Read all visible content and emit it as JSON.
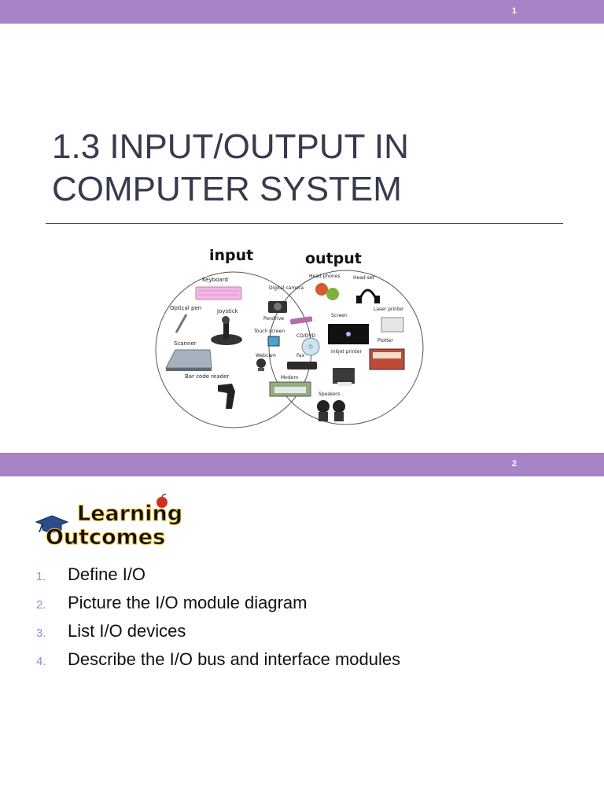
{
  "slide1": {
    "number": "1",
    "title_line1": "1.3 INPUT/OUTPUT IN",
    "title_line2": "COMPUTER SYSTEM",
    "diagram": {
      "input_heading": "input",
      "output_heading": "output",
      "input_items": [
        "Keyboard",
        "Optical pen",
        "Joystick",
        "Scanner",
        "Bar code reader"
      ],
      "shared_items": [
        "Digital camera",
        "Pendrive",
        "Touch screen",
        "CD/DVD",
        "Webcam",
        "Fax",
        "Modem"
      ],
      "output_items": [
        "Head phones",
        "Head set",
        "Laser printer",
        "Screen",
        "Plotter",
        "Inkjet printer",
        "Speakers"
      ]
    }
  },
  "slide2": {
    "number": "2",
    "logo_line1": "Learning",
    "logo_line2": "Outcomes",
    "items": [
      {
        "n": "1.",
        "text": "Define I/O"
      },
      {
        "n": "2.",
        "text": "Picture the I/O module diagram"
      },
      {
        "n": "3.",
        "text": "List I/O devices"
      },
      {
        "n": "4.",
        "text": "Describe the I/O bus and interface modules"
      }
    ]
  },
  "colors": {
    "band": "#a784c6",
    "title": "#363b4e",
    "list_number": "#a784c6"
  }
}
